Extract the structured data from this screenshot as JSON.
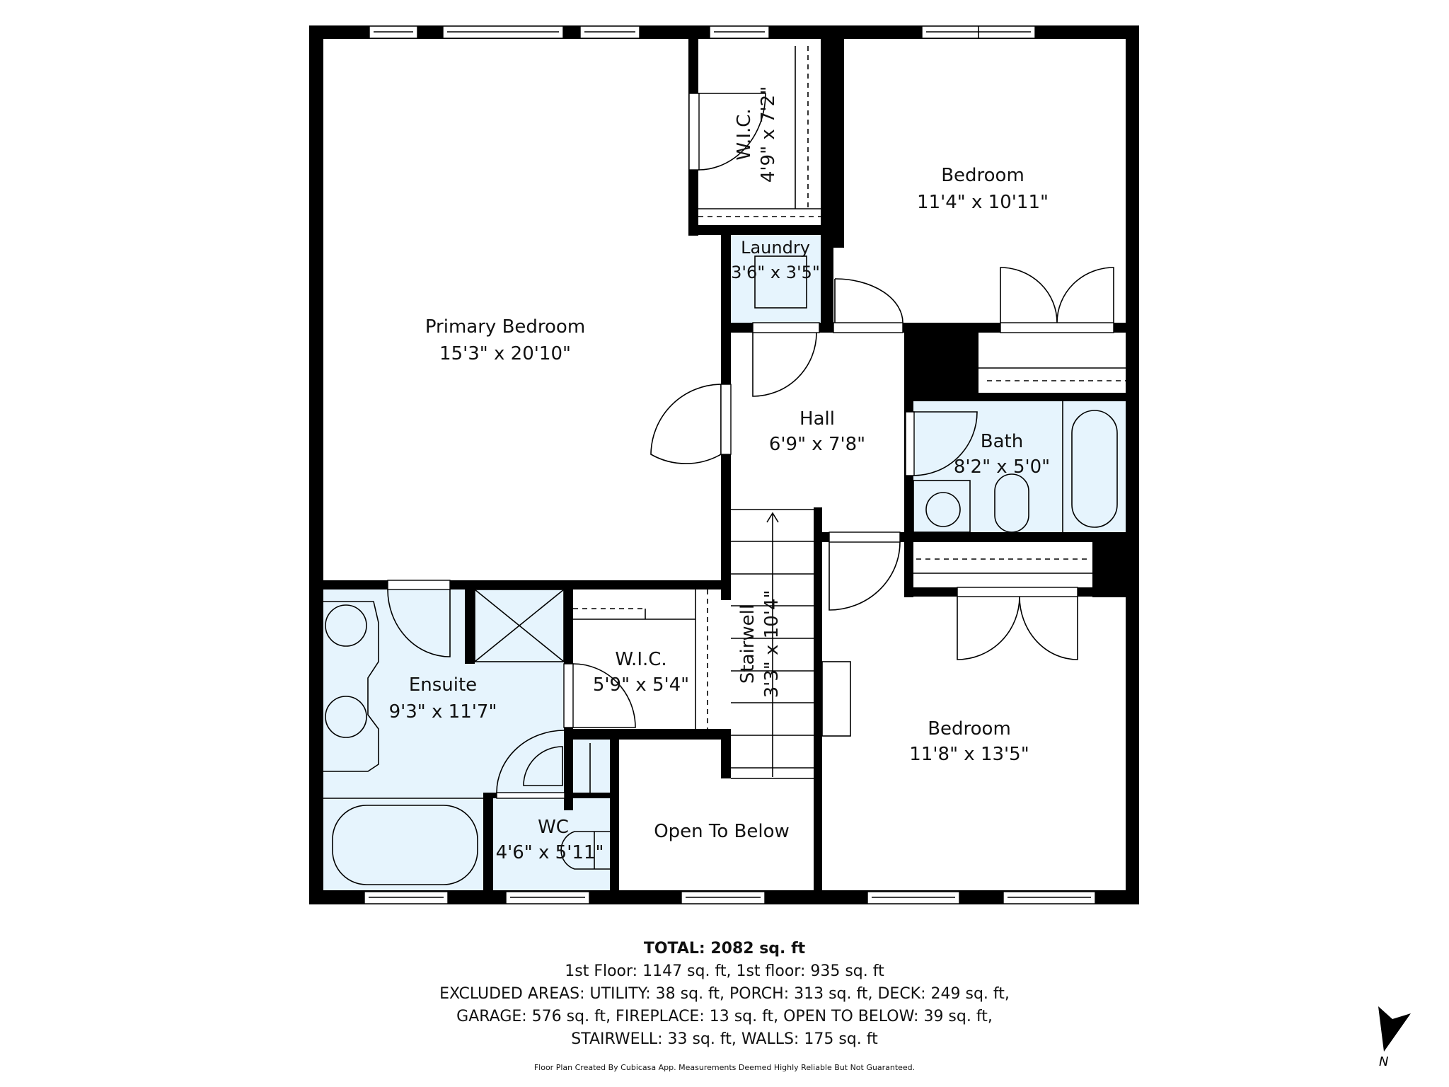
{
  "rooms": {
    "primary_bedroom": {
      "name": "Primary Bedroom",
      "dims": "15'3\" x 20'10\""
    },
    "wic_upper": {
      "name": "W.I.C.",
      "dims": "4'9\" x 7'2\""
    },
    "bedroom_upper": {
      "name": "Bedroom",
      "dims": "11'4\" x 10'11\""
    },
    "laundry": {
      "name": "Laundry",
      "dims": "3'6\" x 3'5\""
    },
    "hall": {
      "name": "Hall",
      "dims": "6'9\" x 7'8\""
    },
    "bath": {
      "name": "Bath",
      "dims": "8'2\" x 5'0\""
    },
    "ensuite": {
      "name": "Ensuite",
      "dims": "9'3\" x 11'7\""
    },
    "wic_lower": {
      "name": "W.I.C.",
      "dims": "5'9\" x 5'4\""
    },
    "stairwell": {
      "name": "Stairwell",
      "dims": "3'3\" x 10'4\""
    },
    "bedroom_lower": {
      "name": "Bedroom",
      "dims": "11'8\" x 13'5\""
    },
    "wc": {
      "name": "WC",
      "dims": "4'6\" x 5'11\""
    },
    "open_to_below": {
      "name": "Open To Below"
    }
  },
  "summary": {
    "total": "TOTAL: 2082 sq. ft",
    "floors": "1st Floor: 1147 sq. ft, 1st floor: 935 sq. ft",
    "excluded_1": "EXCLUDED AREAS: UTILITY: 38 sq. ft, PORCH: 313 sq. ft, DECK: 249 sq. ft,",
    "excluded_2": "GARAGE: 576 sq. ft, FIREPLACE: 13 sq. ft, OPEN TO BELOW: 39 sq. ft,",
    "excluded_3": "STAIRWELL: 33 sq. ft, WALLS: 175 sq. ft",
    "credit": "Floor Plan Created By Cubicasa App. Measurements Deemed Highly Reliable But Not Guaranteed."
  },
  "compass": {
    "label": "N",
    "icon": "north-arrow-icon"
  },
  "colors": {
    "wall": "#000000",
    "wet_area": "#e6f4fd",
    "background": "#ffffff"
  }
}
